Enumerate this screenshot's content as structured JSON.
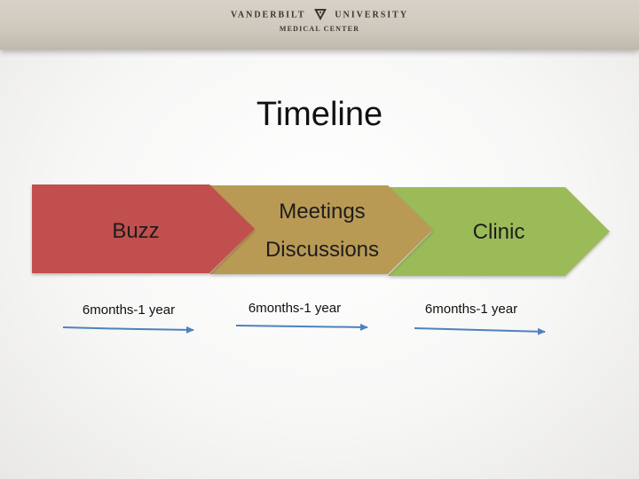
{
  "header": {
    "logo_line1_left": "VANDERBILT",
    "logo_line1_right": "UNIVERSITY",
    "logo_line2": "MEDICAL CENTER"
  },
  "title": "Timeline",
  "stages": [
    {
      "labels": [
        "Buzz"
      ],
      "duration": "6months-1 year",
      "color": "#c0504d"
    },
    {
      "labels": [
        "Meetings",
        "Discussions"
      ],
      "duration": "6months-1 year",
      "color": "#b99a54"
    },
    {
      "labels": [
        "Clinic"
      ],
      "duration": "6months-1 year",
      "color": "#9bbb59"
    }
  ],
  "colors": {
    "arrow": "#4f81bd"
  }
}
